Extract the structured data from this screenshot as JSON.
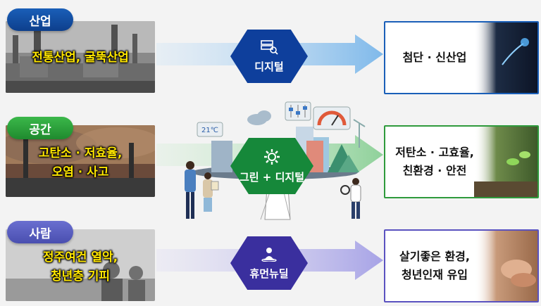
{
  "rows": [
    {
      "category": "산업",
      "left_line1": "전통산업, 굴뚝산업",
      "left_line2": "",
      "hub": "디지털",
      "hub_icon": "server-search-icon",
      "right_line1": "첨단 · 신산업",
      "right_line2": ""
    },
    {
      "category": "공간",
      "left_line1": "고탄소 · 저효율,",
      "left_line2": "오염 · 사고",
      "hub": "그린 + 디지털",
      "hub_icon": "gear-icon",
      "right_line1": "저탄소 · 고효율,",
      "right_line2": "친환경 · 안전"
    },
    {
      "category": "사람",
      "left_line1": "정주여건 열악,",
      "left_line2": "청년층 기피",
      "hub": "휴먼뉴딜",
      "hub_icon": "person-icon",
      "right_line1": "살기좋은 환경,",
      "right_line2": "청년인재 유입"
    }
  ],
  "center_illustration": {
    "gauge_text": "21℃"
  },
  "colors": {
    "blue": "#0e3f9c",
    "green": "#16883a",
    "purple": "#3a2f9e",
    "yellow_text": "#ffe600"
  }
}
